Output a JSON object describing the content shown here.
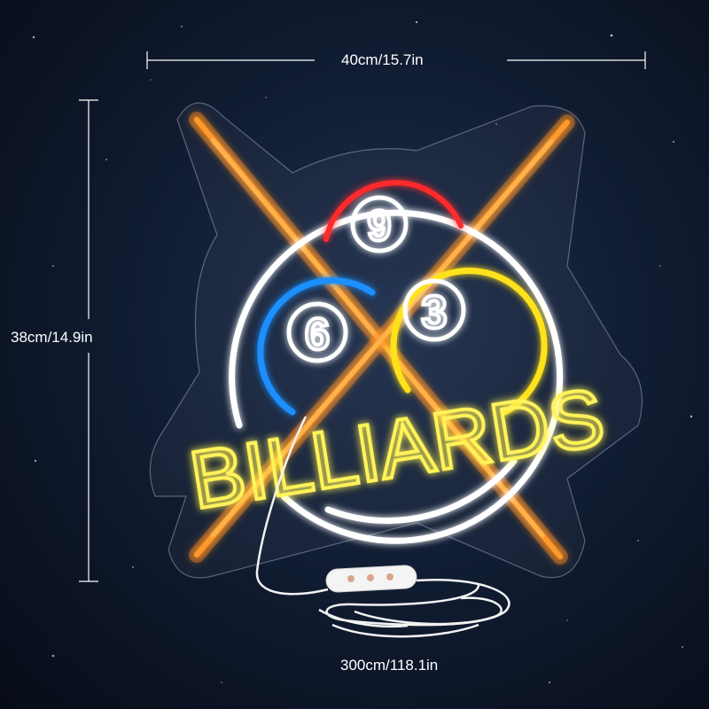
{
  "dimensions": {
    "width": "40cm/15.7in",
    "height": "38cm/14.9in",
    "cable": "300cm/118.1in"
  },
  "sign": {
    "word": "BILLIARDS",
    "balls": [
      {
        "number": "9",
        "color": "#ff2a2a"
      },
      {
        "number": "6",
        "color": "#1e90ff"
      },
      {
        "number": "3",
        "color": "#ffe21a"
      }
    ],
    "colors": {
      "cue": "#ff8c1a",
      "ring": "#ffffff",
      "text": "#ffe21a",
      "background": "#111d33"
    }
  }
}
